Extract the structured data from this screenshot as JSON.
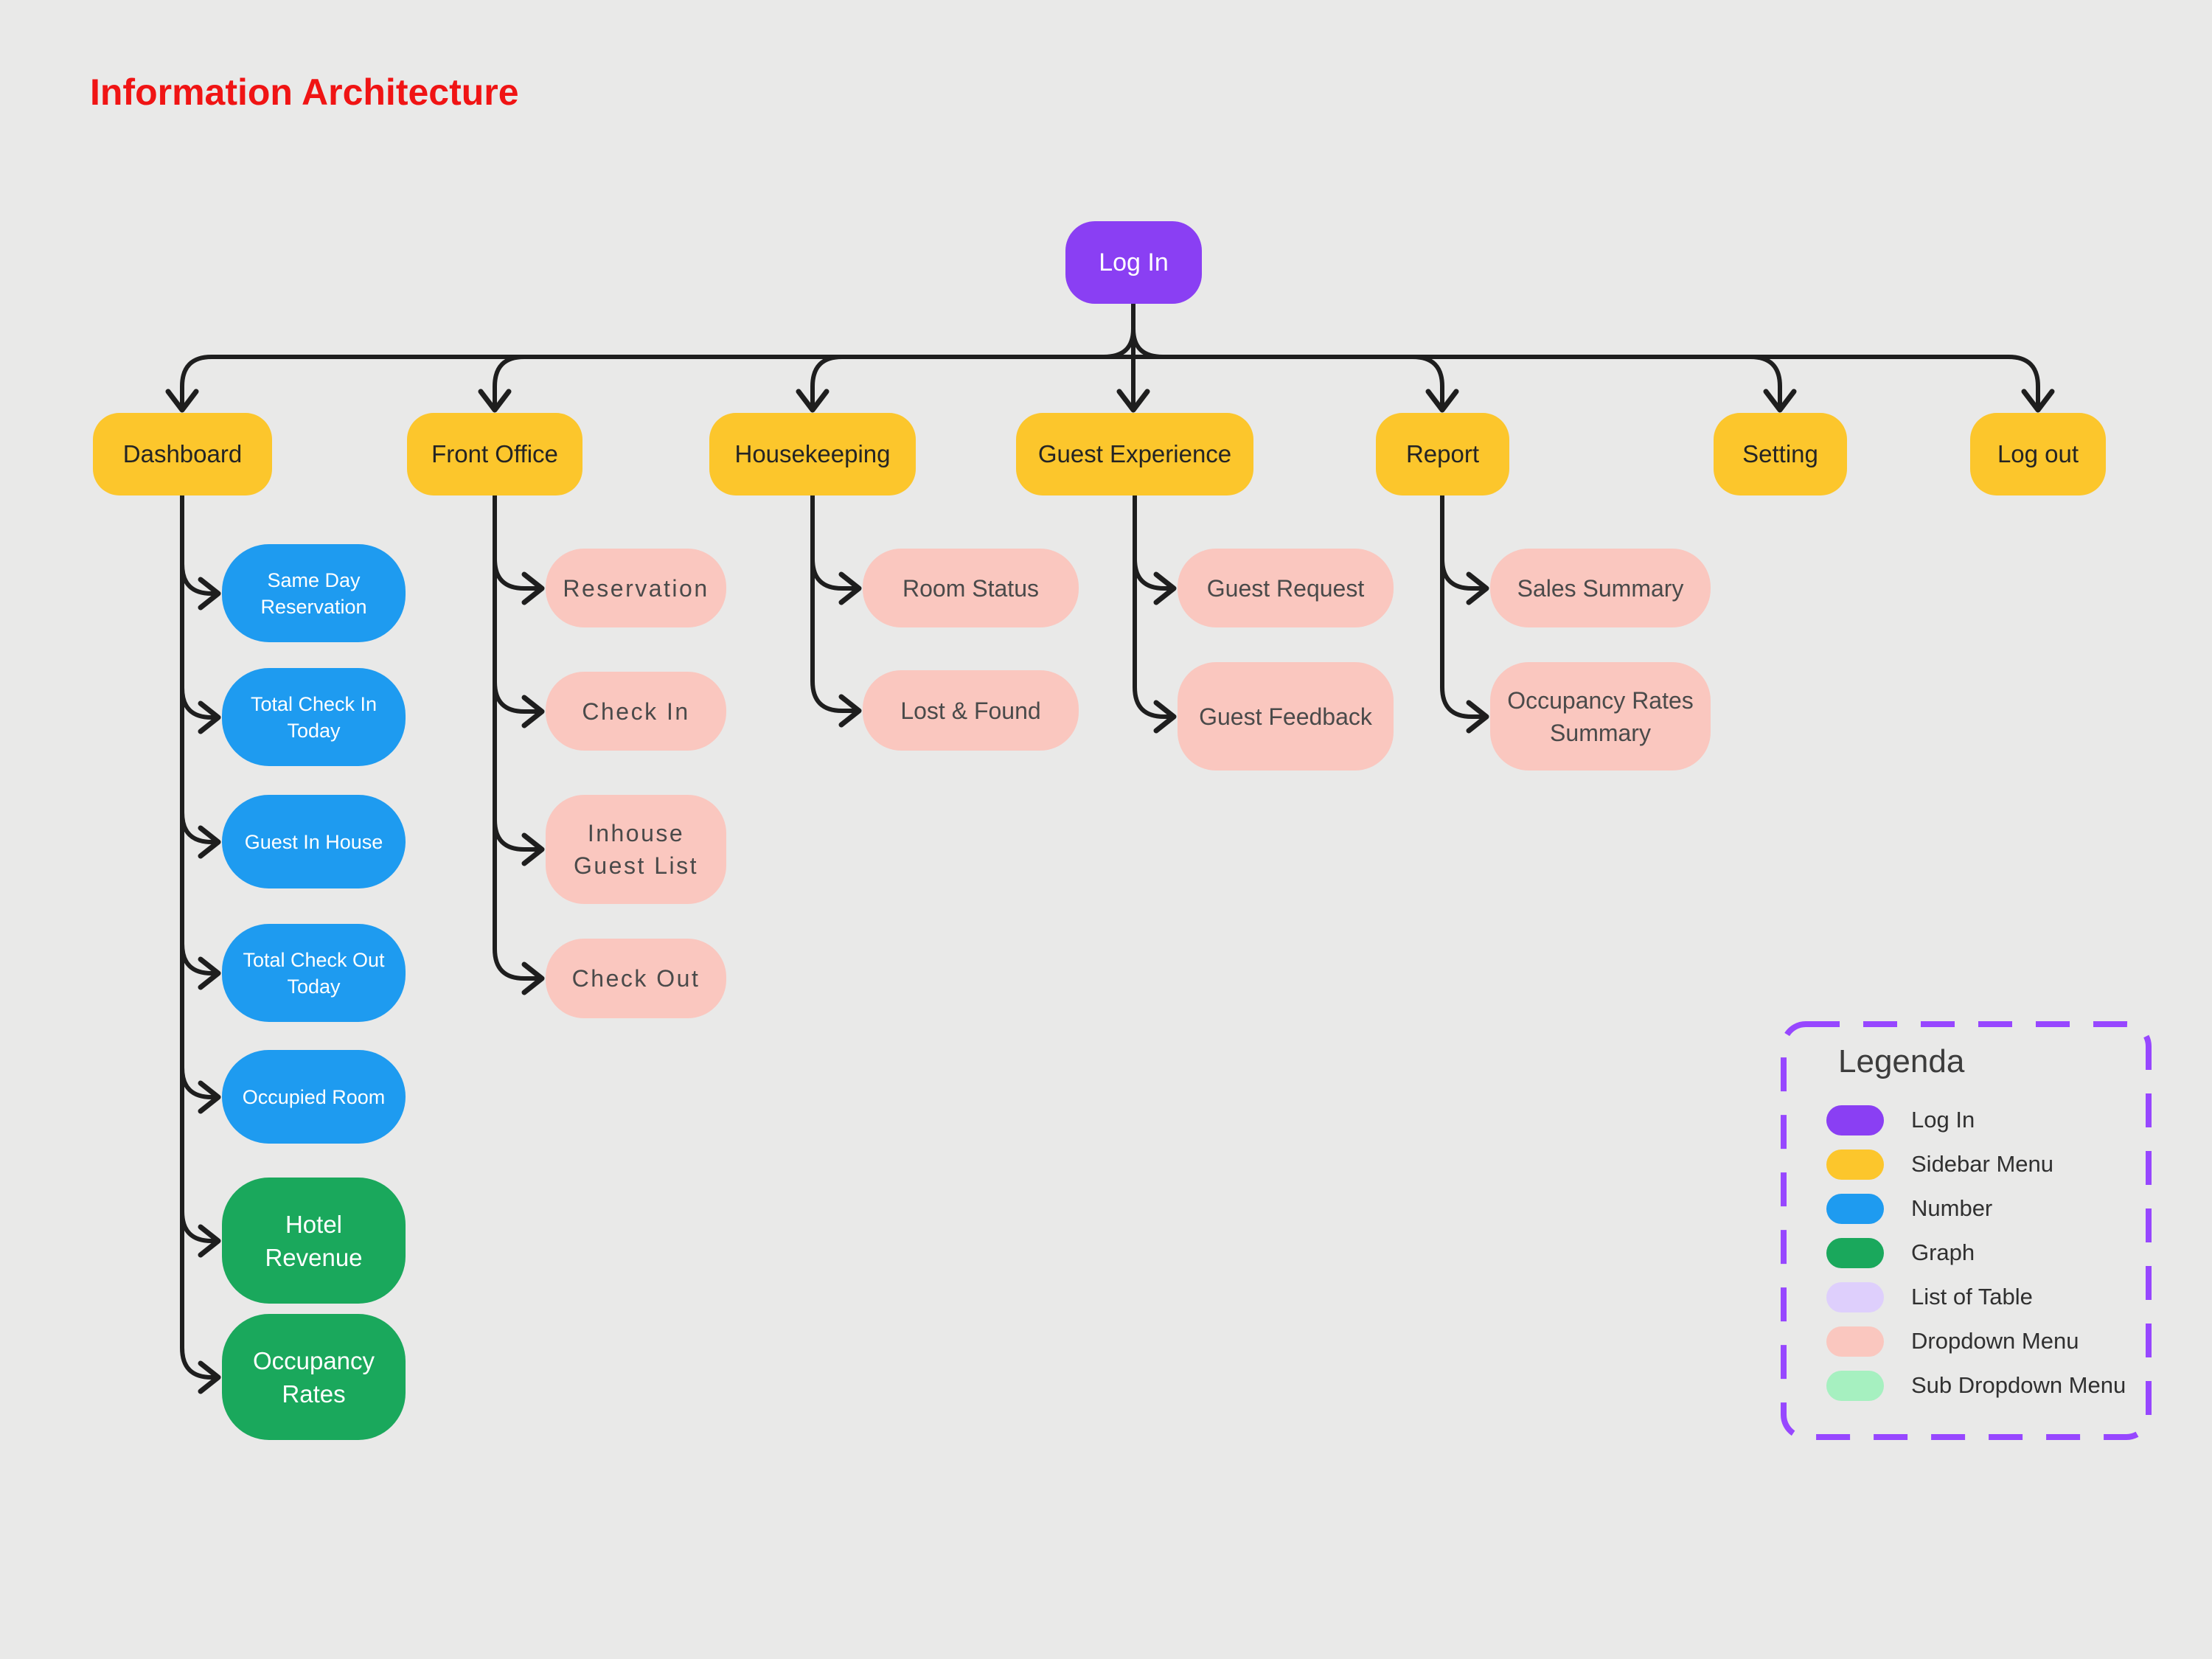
{
  "page_title": "Information Architecture",
  "root_node": {
    "label": "Log In"
  },
  "branches": [
    {
      "label": "Dashboard",
      "children": [
        {
          "label": "Same Day\nReservation",
          "type": "number"
        },
        {
          "label": "Total Check In\nToday",
          "type": "number"
        },
        {
          "label": "Guest In House",
          "type": "number"
        },
        {
          "label": "Total Check Out\nToday",
          "type": "number"
        },
        {
          "label": "Occupied Room",
          "type": "number"
        },
        {
          "label": "Hotel\nRevenue",
          "type": "graph"
        },
        {
          "label": "Occupancy\nRates",
          "type": "graph"
        }
      ]
    },
    {
      "label": "Front Office",
      "children": [
        {
          "label": "Reservation",
          "type": "dropdown"
        },
        {
          "label": "Check In",
          "type": "dropdown"
        },
        {
          "label": "Inhouse\nGuest List",
          "type": "dropdown"
        },
        {
          "label": "Check Out",
          "type": "dropdown"
        }
      ]
    },
    {
      "label": "Housekeeping",
      "children": [
        {
          "label": "Room Status",
          "type": "dropdown"
        },
        {
          "label": "Lost & Found",
          "type": "dropdown"
        }
      ]
    },
    {
      "label": "Guest Experience",
      "children": [
        {
          "label": "Guest Request",
          "type": "dropdown"
        },
        {
          "label": "Guest Feedback",
          "type": "dropdown"
        }
      ]
    },
    {
      "label": "Report",
      "children": [
        {
          "label": "Sales Summary",
          "type": "dropdown"
        },
        {
          "label": "Occupancy Rates\nSummary",
          "type": "dropdown"
        }
      ]
    },
    {
      "label": "Setting",
      "children": []
    },
    {
      "label": "Log out",
      "children": []
    }
  ],
  "legend": {
    "title": "Legenda",
    "items": [
      {
        "label": "Log In",
        "color": "#8A3FF3"
      },
      {
        "label": "Sidebar Menu",
        "color": "#FCC62C"
      },
      {
        "label": "Number",
        "color": "#1E9BF0"
      },
      {
        "label": "Graph",
        "color": "#1AA85C"
      },
      {
        "label": "List of Table",
        "color": "#DECFFC"
      },
      {
        "label": "Dropdown Menu",
        "color": "#FAC7BF"
      },
      {
        "label": "Sub Dropdown Menu",
        "color": "#A6F0C0"
      }
    ]
  },
  "colors": {
    "background": "#E9E9E8",
    "title": "#F01414",
    "arrow": "#1E1E1E",
    "legend_border": "#9747FF"
  }
}
